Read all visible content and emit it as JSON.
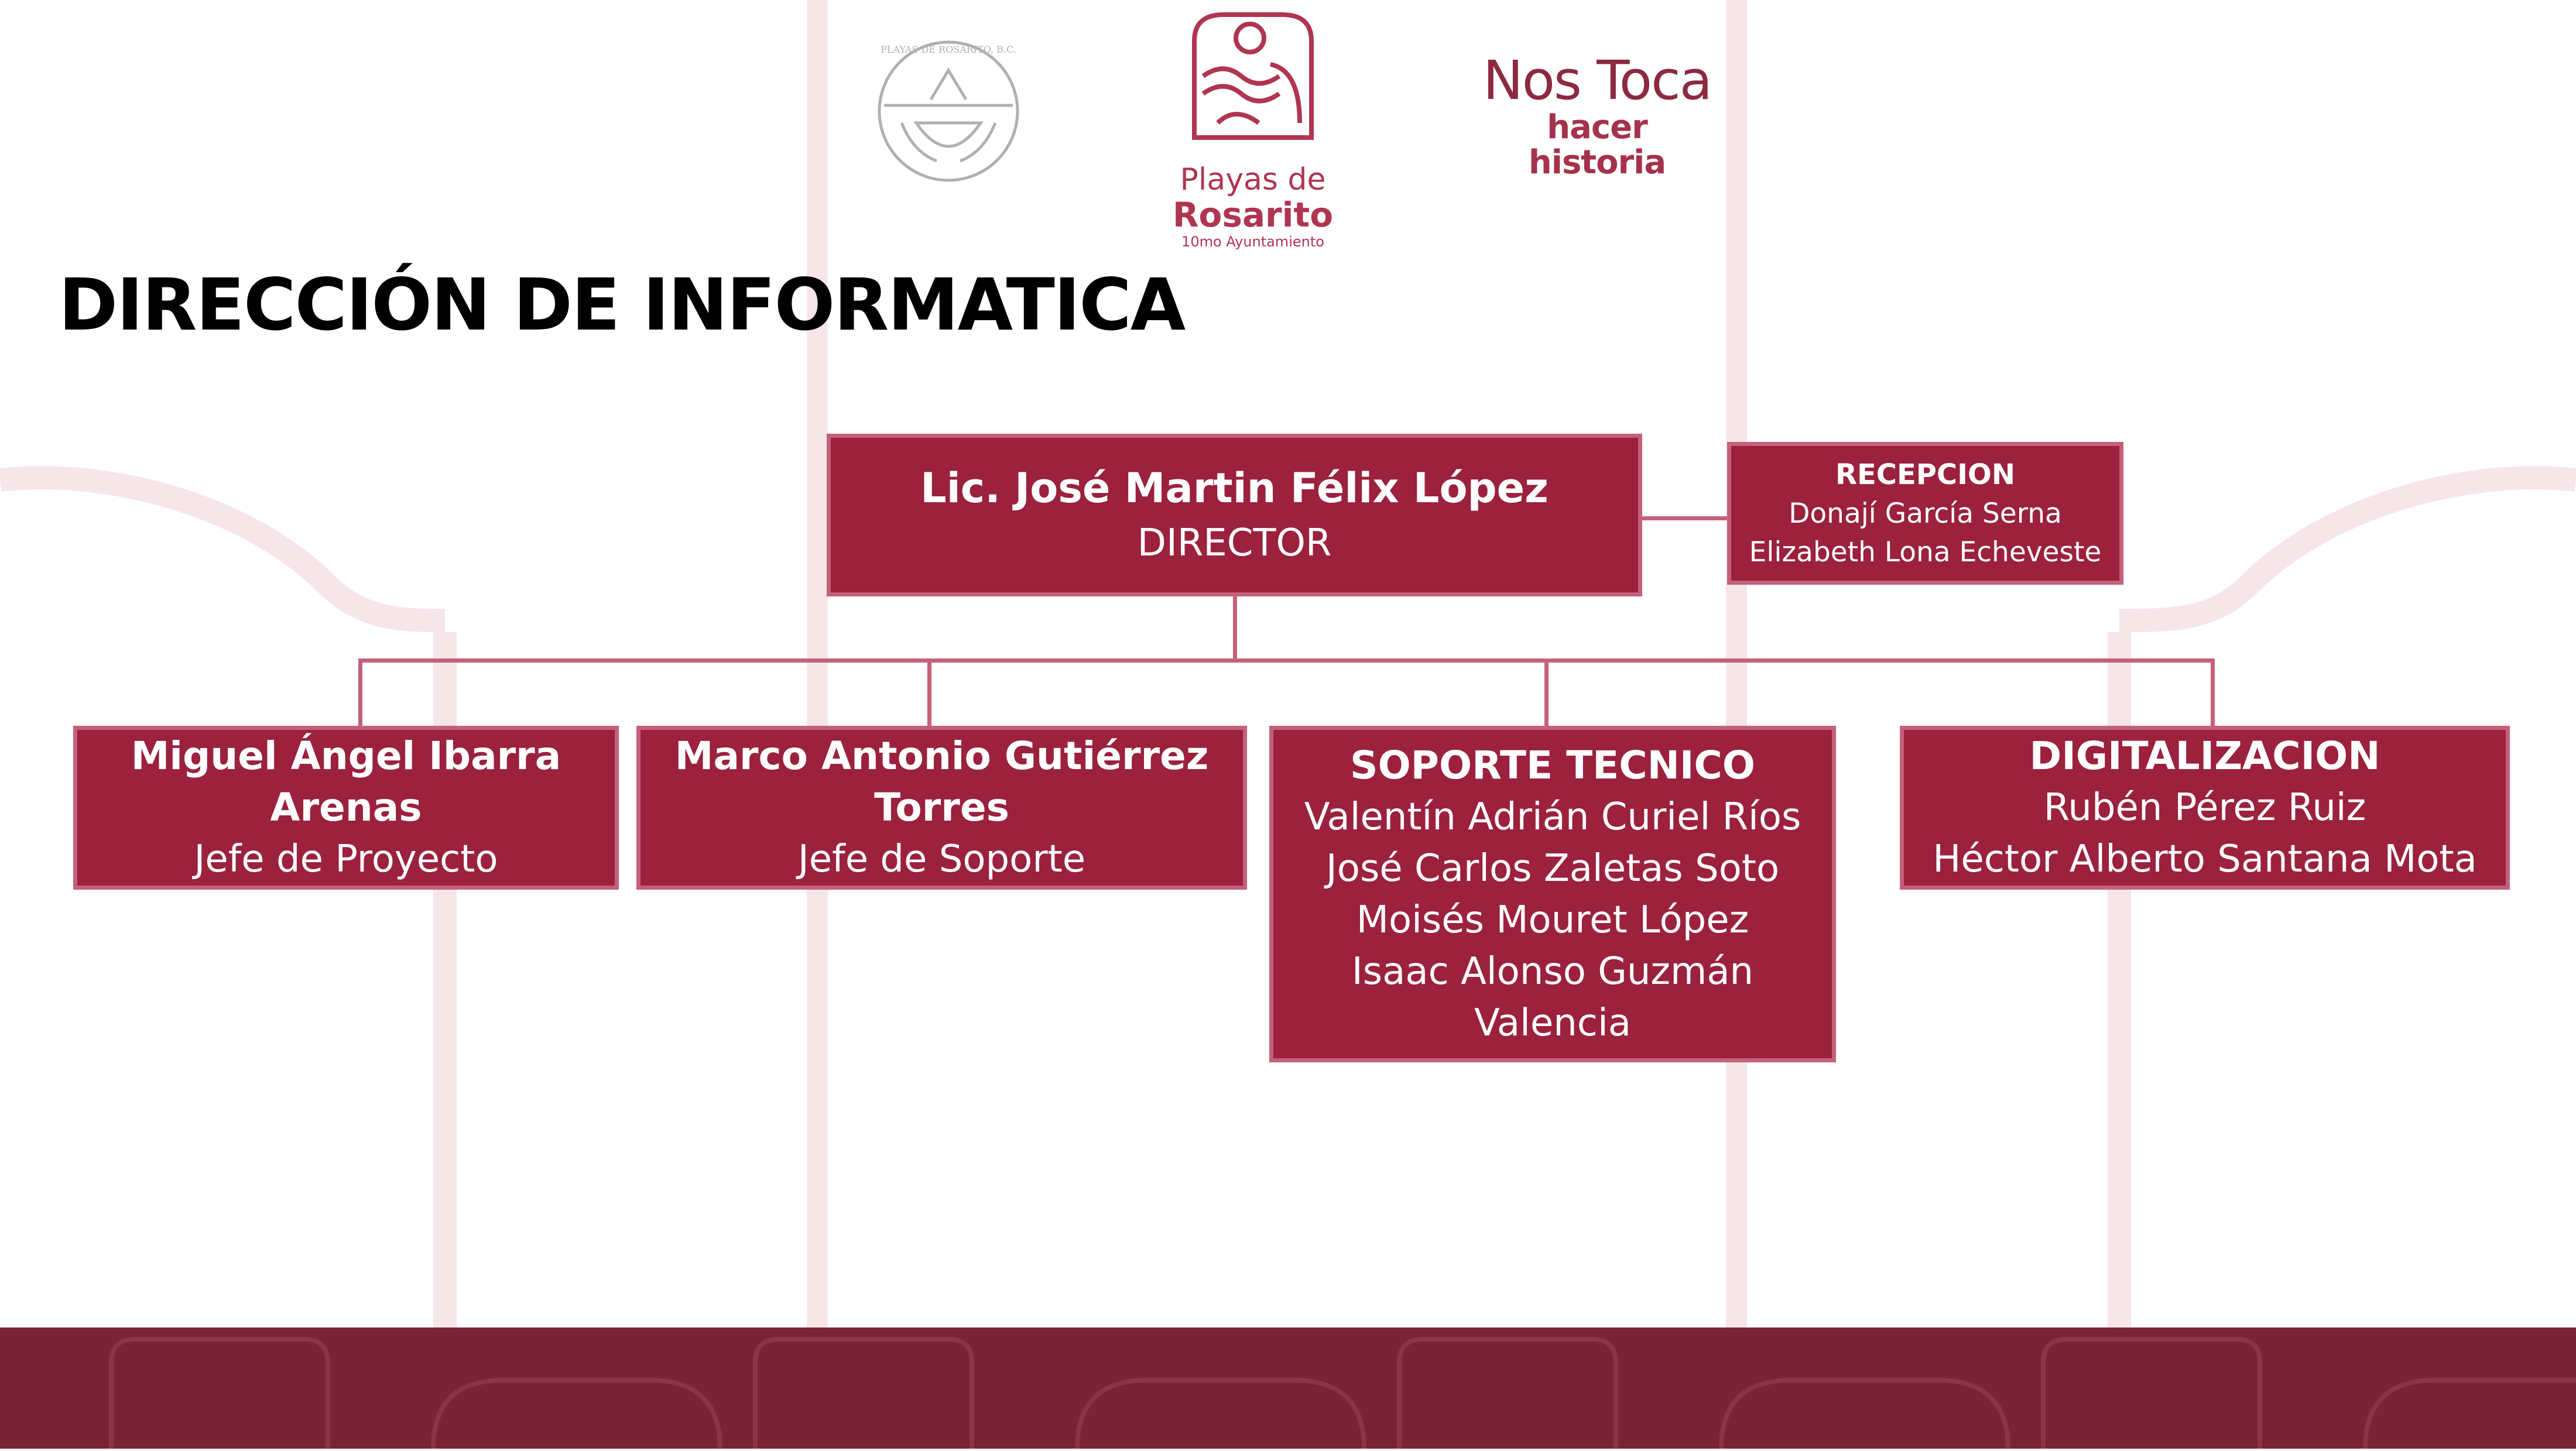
{
  "title": "DIRECCIÓN DE INFORMATICA",
  "logos": {
    "seal": {
      "icon": "city-seal-icon",
      "text": "PLAYAS DE ROSARITO, B.C."
    },
    "brand": {
      "icon": "playas-de-rosarito-logo-icon",
      "line1": "Playas de",
      "line2": "Rosarito",
      "line3": "10mo Ayuntamiento"
    },
    "slogan": {
      "line1": "Nos Toca",
      "line2": "hacer historia"
    }
  },
  "director": {
    "name": "Lic. José Martin Félix López",
    "role": "DIRECTOR"
  },
  "recepcion": {
    "title": "RECEPCION",
    "members": [
      "Donají García Serna",
      "Elizabeth Lona Echeveste"
    ]
  },
  "units": [
    {
      "name_line1": "Miguel Ángel Ibarra",
      "name_line2": "Arenas",
      "role": "Jefe de Proyecto"
    },
    {
      "name_line1": "Marco Antonio Gutiérrez",
      "name_line2": "Torres",
      "role": "Jefe de Soporte"
    },
    {
      "title": "SOPORTE TECNICO",
      "members": [
        "Valentín Adrián Curiel Ríos",
        "José Carlos Zaletas Soto",
        "Moisés Mouret López",
        "Isaac Alonso Guzmán Valencia"
      ]
    },
    {
      "title": "DIGITALIZACION",
      "members": [
        "Rubén Pérez Ruiz",
        "Héctor Alberto Santana Mota"
      ]
    }
  ],
  "colors": {
    "box_fill": "#9b213d",
    "box_border": "#c5607b",
    "connector": "#c5607b",
    "footer": "#7a2334",
    "background_motif": "#f6e6ea"
  }
}
